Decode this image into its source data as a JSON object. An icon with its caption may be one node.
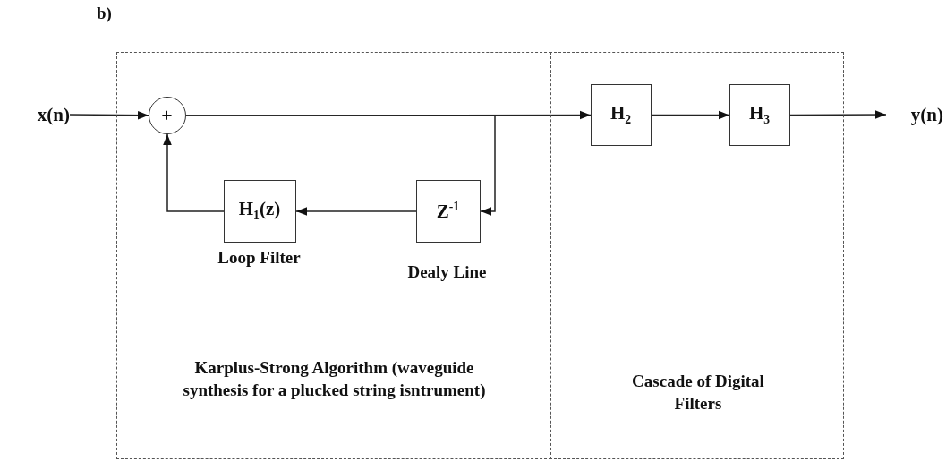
{
  "diagram": {
    "title": "b)",
    "nodes": [
      {
        "text": [
          "Karplus-Strong Algorithm (waveguide synthesis for a plucked string isntrument)"
        ]
      },
      {
        "text": [
          "Cascade of Digital Filters"
        ]
      },
      {
        "text": [
          "x(n)"
        ]
      },
      {
        "text": [
          "+"
        ],
        "in": 0
      },
      {
        "text": [
          "H$_{1}$(z)"
        ],
        "in": 0,
        "beside": [
          "Loop Filter"
        ]
      },
      {
        "text": [
          "Z$^{-1}$"
        ],
        "in": 0,
        "beside": [
          "Dealy Line"
        ]
      },
      {
        "text": [
          "H$_{2}$"
        ],
        "in": 1
      },
      {
        "text": [
          "H$_{3}$"
        ],
        "in": 1
      },
      {
        "text": [
          "y(n)"
        ]
      }
    ],
    "edges": [
      {
        "from": 2,
        "to": 3,
        "arrow": "to"
      },
      {
        "from": 3,
        "to": 6,
        "arrow": "to"
      },
      {
        "from": 3,
        "to": 5,
        "arrow": "to"
      },
      {
        "from": 5,
        "to": 4,
        "arrow": "to"
      },
      {
        "from": 4,
        "to": 3,
        "arrow": "to"
      },
      {
        "from": 6,
        "to": 7,
        "arrow": "to"
      },
      {
        "from": 7,
        "to": 8,
        "arrow": "to"
      }
    ]
  }
}
